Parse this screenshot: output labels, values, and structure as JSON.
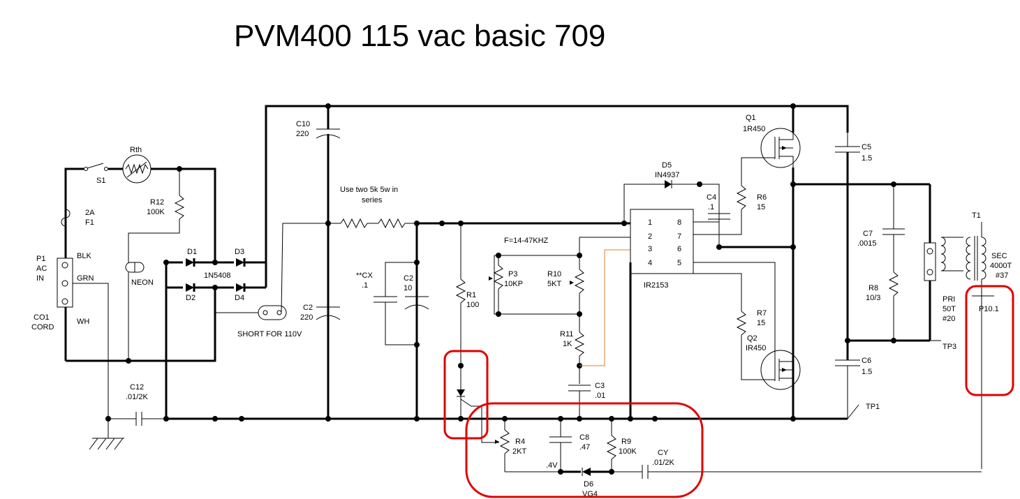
{
  "title": "PVM400 115 vac basic  709",
  "colors": {
    "wire": "#000000",
    "highlight": "#e00000",
    "signal": "#d9822b",
    "background": "#ffffff"
  },
  "labels": {
    "c10_ref": "C10",
    "c10_val": "220",
    "rth": "Rth",
    "s1": "S1",
    "r12_ref": "R12",
    "r12_val": "100K",
    "fuse_val": "2A",
    "fuse_ref": "F1",
    "p1": "P1",
    "ac": "AC",
    "in": "IN",
    "blk": "BLK",
    "grn": "GRN",
    "wh": "WH",
    "co1": "CO1",
    "cord": "CORD",
    "neon": "NEON",
    "d1": "D1",
    "d2": "D2",
    "d3": "D3",
    "d4": "D4",
    "diode_part": "1N5408",
    "short_note": "SHORT FOR 110V",
    "c2_ref": "C2",
    "c2_val": "220",
    "c12_ref": "C12",
    "c12_val": ".01/2K",
    "note_line1": "Use two 5k 5w in",
    "note_line2": "series",
    "cx_ref": "**CX",
    "cx_val": ".1",
    "c2b_ref": "C2",
    "c2b_val": "10",
    "r1_ref": "R1",
    "r1_val": "100",
    "freq": "F=14-47KHZ",
    "p3_ref": "P3",
    "p3_val": "10KP",
    "r10_ref": "R10",
    "r10_val": "5KT",
    "r11_ref": "R11",
    "r11_val": "1K",
    "c3_ref": "C3",
    "c3_val": ".01",
    "d5_ref": "D5",
    "d5_val": "IN4937",
    "c4_ref": "C4",
    "c4_val": ".1",
    "ic": "IR2153",
    "pin1": "1",
    "pin2": "2",
    "pin3": "3",
    "pin4": "4",
    "pin5": "5",
    "pin6": "6",
    "pin7": "7",
    "pin8": "8",
    "q1_ref": "Q1",
    "q1_val": "1R450",
    "q2_ref": "Q2",
    "q2_val": "IR450",
    "r6_ref": "R6",
    "r6_val": "15",
    "r7_ref": "R7",
    "r7_val": "15",
    "c5_ref": "C5",
    "c5_val": "1.5",
    "c6_ref": "C6",
    "c6_val": "1.5",
    "c7_ref": "C7",
    "c7_val": ".0015",
    "r8_ref": "R8",
    "r8_val": "10/3",
    "t1": "T1",
    "sec1": "SEC",
    "sec2": "4000T",
    "sec3": "#37",
    "pri1": "PRI",
    "pri2": "50T",
    "pri3": "#20",
    "p101": "P10.1",
    "tp3": "TP3",
    "tp1": "TP1",
    "r4_ref": "R4",
    "r4_val": "2KT",
    "c8_ref": "C8",
    "c8_val": ".47",
    "r9_ref": "R9",
    "r9_val": "100K",
    "cy_ref": "CY",
    "cy_val": ".01/2K",
    "v04": ".4V",
    "d6_ref": "D6",
    "d6_val": "VG4"
  }
}
